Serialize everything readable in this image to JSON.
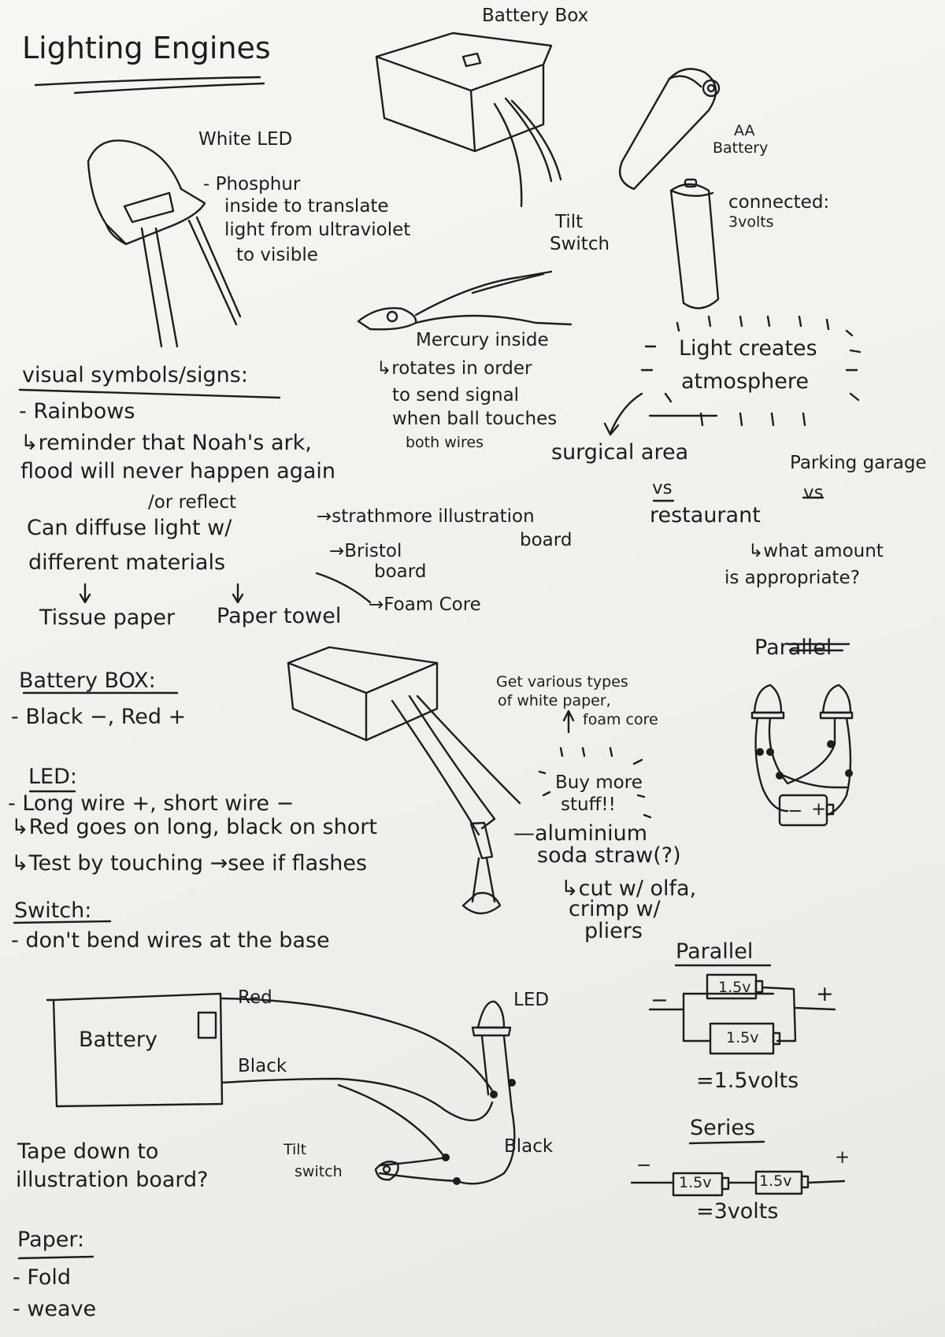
{
  "title": "Lighting Engines",
  "top": {
    "battery_box_label": "Battery Box",
    "white_led_label": "White LED",
    "phosphur_note": [
      "- Phosphur",
      "inside to translate",
      "light from ultraviolet",
      "to visible"
    ],
    "aa_battery_label": [
      "AA",
      "Battery"
    ],
    "connected_note": [
      "connected:",
      "3volts"
    ],
    "tilt_switch_label": [
      "Tilt",
      "Switch"
    ],
    "mercury_note": [
      "Mercury inside",
      "↳rotates in order",
      "to send signal",
      "when ball touches",
      "both wires"
    ],
    "light_creates": [
      "Light creates",
      "atmosphere"
    ],
    "surgical_area": "surgical area",
    "parking_garage": "Parking garage",
    "vs_left": "vs",
    "vs_right": "vs",
    "restaurant": "restaurant",
    "what_amount": [
      "↳what amount",
      "is appropriate?"
    ]
  },
  "symbols": {
    "heading": "visual symbols/signs:",
    "rainbows": "- Rainbows",
    "reminder": "↳reminder that Noah's ark,",
    "flood": "flood will never happen again",
    "or_reflect": "/or reflect",
    "diffuse": "Can diffuse light w/",
    "different": "different materials",
    "strathmore": "→strathmore illustration",
    "board": "board",
    "bristol": "→Bristol",
    "bristol_board": "board",
    "foam_core": "→Foam Core",
    "tissue": "Tissue paper",
    "paper_towel": "Paper towel"
  },
  "notes": {
    "battery_box_heading": "Battery BOX:",
    "battery_box_line": "- Black −, Red +",
    "led_heading": "LED:",
    "led_line1": "- Long wire +, short wire −",
    "led_line2": "↳Red goes on long, black on short",
    "led_line3": "↳Test by touching →see if flashes",
    "switch_heading": "Switch:",
    "switch_line1": "- don't bend wires at the base"
  },
  "middle": {
    "get_various": [
      "Get various types",
      "of white paper,",
      "foam core"
    ],
    "buy_more": [
      "Buy more",
      "stuff!!"
    ],
    "aluminium": [
      "—aluminium",
      "soda straw(?)"
    ],
    "cut": [
      "↳cut w/ olfa,",
      "crimp w/",
      "pliers"
    ]
  },
  "parallel_top": {
    "title": "Parallel",
    "minus": "−",
    "plus": "+"
  },
  "circuit": {
    "battery": "Battery",
    "red": "Red",
    "black_top": "Black",
    "led": "LED",
    "black_right": "Black",
    "tilt_switch": [
      "Tilt",
      "switch"
    ],
    "tape_down": [
      "Tape down to",
      "illustration board?"
    ]
  },
  "parallel_bottom": {
    "title": "Parallel",
    "minus": "−",
    "plus": "+",
    "cell_top": "1.5v",
    "cell_bottom": "1.5v",
    "result": "=1.5volts"
  },
  "series": {
    "title": "Series",
    "minus": "−",
    "plus": "+",
    "cell_left": "1.5v",
    "cell_right": "1.5v",
    "result": "=3volts"
  },
  "paper": {
    "heading": "Paper:",
    "items": [
      "- Fold",
      "- weave"
    ]
  }
}
